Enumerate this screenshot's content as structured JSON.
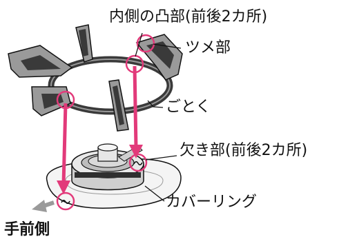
{
  "labels": {
    "inner_protrusion": "内側の凸部(前後2カ所)",
    "claw": "ツメ部",
    "trivet": "ごとく",
    "notch": "欠き部(前後2カ所)",
    "cover_ring": "カバーリング",
    "front_side": "手前側"
  },
  "colors": {
    "accent_pink": "#e23a7a",
    "metal_dark": "#3a3a3a",
    "metal_light": "#9a9a9a",
    "line": "#111111"
  }
}
